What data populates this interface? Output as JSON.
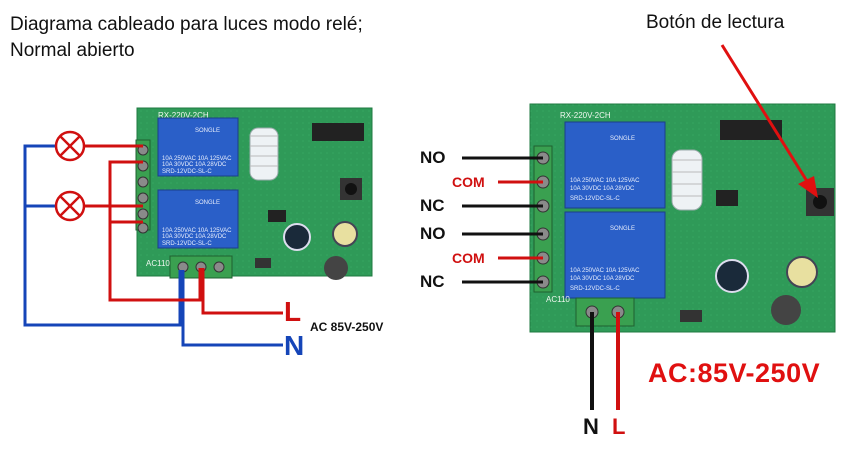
{
  "title": {
    "line1": "Diagrama cableado para luces modo relé;",
    "line2": "Normal abierto"
  },
  "read_button_label": "Botón de lectura",
  "left_board": {
    "model": "RX-220V-2CH",
    "relays": [
      {
        "brand": "SONGLE",
        "rating1": "10A 250VAC  10A 125VAC",
        "rating2": "10A 30VDC  10A 28VDC",
        "model": "SRD-12VDC-SL-C"
      },
      {
        "brand": "SONGLE",
        "rating1": "10A 250VAC  10A 125VAC",
        "rating2": "10A 30VDC  10A 28VDC",
        "model": "SRD-12VDC-SL-C"
      }
    ],
    "input_label": "AC110",
    "L": "L",
    "N": "N",
    "voltage": "AC 85V-250V"
  },
  "right_board": {
    "model": "RX-220V-2CH",
    "relays": [
      {
        "brand": "SONGLE",
        "rating1": "10A 250VAC  10A 125VAC",
        "rating2": "10A 30VDC  10A 28VDC",
        "model": "SRD-12VDC-SL-C"
      },
      {
        "brand": "SONGLE",
        "rating1": "10A 250VAC  10A 125VAC",
        "rating2": "10A 30VDC  10A 28VDC",
        "model": "SRD-12VDC-SL-C"
      }
    ],
    "input_label": "AC110",
    "terminals": [
      "NO",
      "COM",
      "NC",
      "NO",
      "COM",
      "NC"
    ],
    "N": "N",
    "L": "L",
    "voltage": "AC:85V-250V"
  },
  "colors": {
    "pcb": "#2f9a58",
    "relay": "#2a5fc8",
    "live": "#d01010",
    "neutral": "#1545b8",
    "wire_black": "#111111",
    "terminal_block": "#3aa050"
  },
  "icons": [
    "lamp-icon",
    "lamp-icon",
    "arrow-icon"
  ]
}
